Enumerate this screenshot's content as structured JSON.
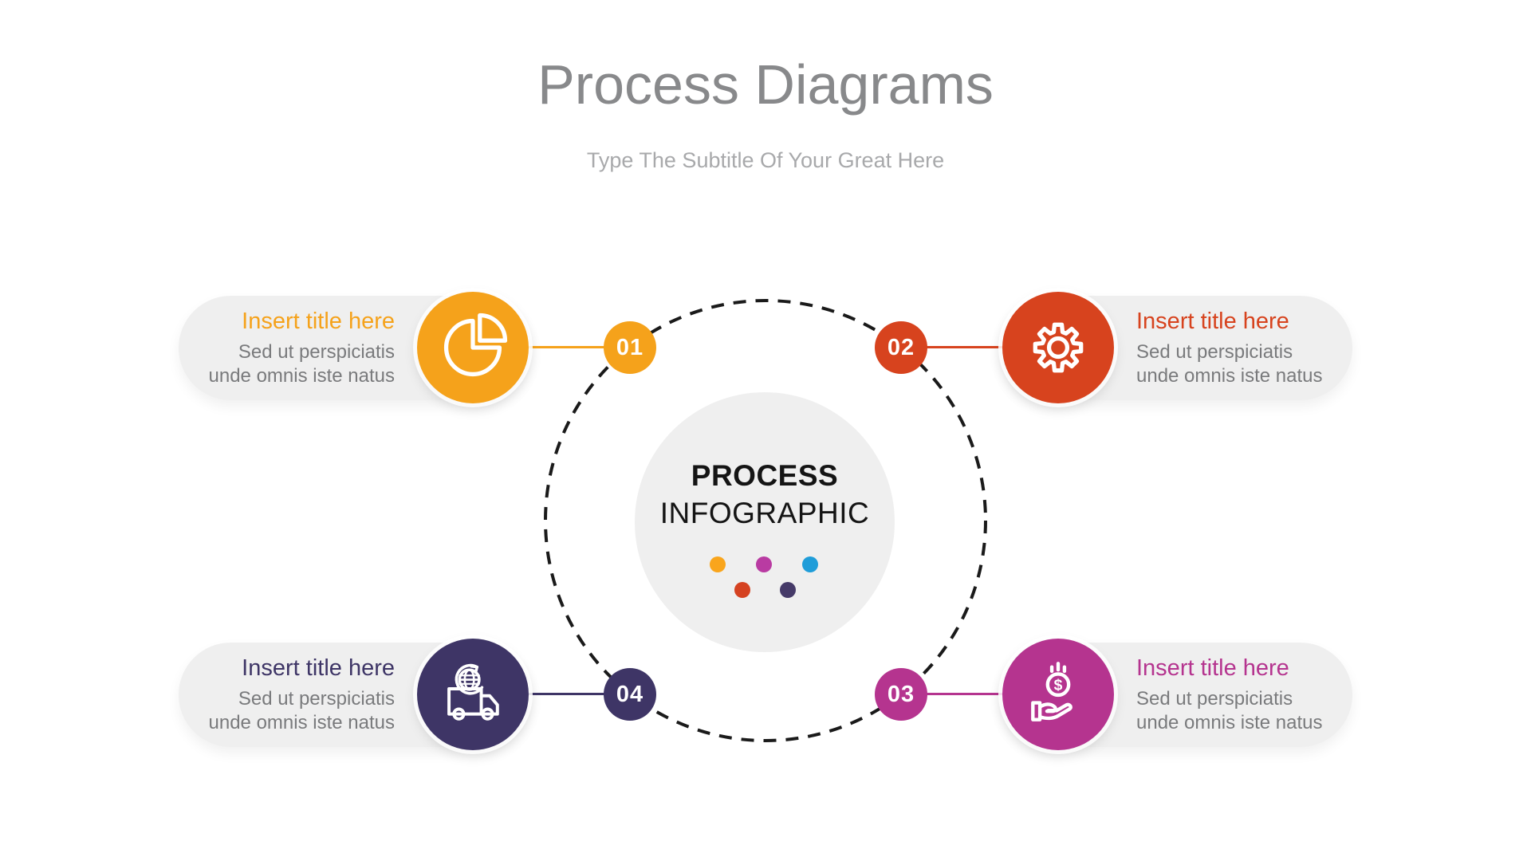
{
  "header": {
    "title": "Process Diagrams",
    "subtitle": "Type The Subtitle Of Your Great Here"
  },
  "center": {
    "line1": "PROCESS",
    "line2": "INFOGRAPHIC",
    "dot_colors": [
      "#F9A51C",
      "#B93BA2",
      "#1F9DD9",
      "#D54221",
      "#453A68"
    ],
    "orbit_stroke": "#1A1A1A",
    "circle_bg": "#EFEFEF"
  },
  "steps": [
    {
      "number": "01",
      "title": "Insert title here",
      "body": "Sed ut perspiciatis unde omnis iste natus",
      "color": "#F5A21B",
      "icon": "pie-chart-icon"
    },
    {
      "number": "02",
      "title": "Insert title here",
      "body": "Sed ut perspiciatis unde omnis iste natus",
      "color": "#D7431E",
      "icon": "gear-icon"
    },
    {
      "number": "03",
      "title": "Insert title here",
      "body": "Sed ut perspiciatis unde omnis iste natus",
      "color": "#B5348F",
      "icon": "hand-money-icon"
    },
    {
      "number": "04",
      "title": "Insert title here",
      "body": "Sed ut perspiciatis unde omnis iste natus",
      "color": "#3E3566",
      "icon": "delivery-truck-icon"
    }
  ]
}
